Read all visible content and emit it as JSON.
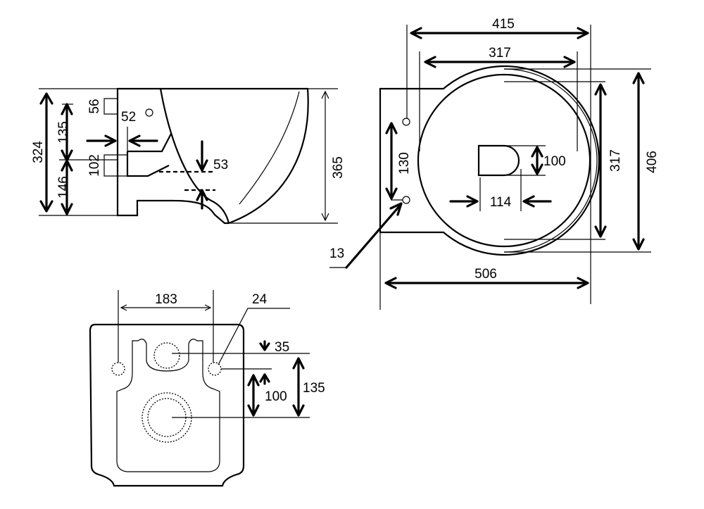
{
  "side_view": {
    "height_overall": "324",
    "height_upper": "135",
    "height_lower": "146",
    "inlet_height": "56",
    "outlet_offset": "52",
    "outlet_height": "102",
    "water_depth": "53",
    "depth": "365"
  },
  "top_view": {
    "outer_width": "415",
    "inner_width": "317",
    "hole_spacing": "130",
    "outlet_height": "100",
    "inner_height": "317",
    "outer_height": "406",
    "outlet_width": "114",
    "hole_diameter": "13",
    "overall_length": "506"
  },
  "back_view": {
    "hole_spacing": "183",
    "hole_diameter": "24",
    "inlet_offset": "35",
    "outlet_height": "100",
    "outlet_distance": "135"
  }
}
